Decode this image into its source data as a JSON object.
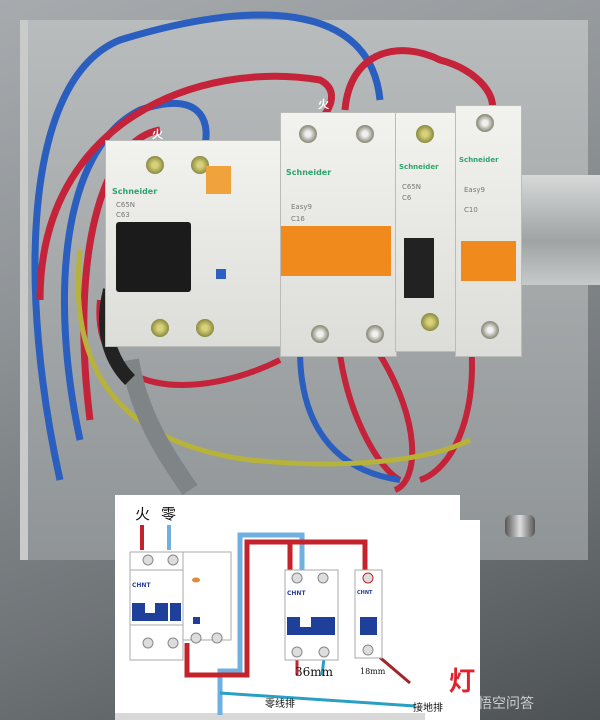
{
  "photo": {
    "labels": {
      "fire_left": "火",
      "fire_top": "火"
    },
    "breakers": [
      {
        "brand": "Schneider",
        "rating": "C63",
        "model": "C65N"
      },
      {
        "brand": "Schneider",
        "rating": "C16",
        "model": "Easy9"
      },
      {
        "brand": "Schneider",
        "rating": "C6",
        "model": "C65N"
      },
      {
        "brand": "Schneider",
        "rating": "C10",
        "model": "Easy9"
      }
    ]
  },
  "diagram": {
    "live_label": "火",
    "neutral_label": "零",
    "brand": "CHNT",
    "width_2p": "36mm",
    "width_1p": "18mm",
    "neutral_bar": "零线排",
    "ground_bar": "接地排",
    "handwritten": "灯"
  },
  "watermark": "悟空问答",
  "colors": {
    "live": "#d0262c",
    "neutral": "#6fb0e0",
    "ground_line": "#2a9fc4",
    "handle_blue": "#1e3f9a",
    "handle_orange": "#f08a1c"
  }
}
